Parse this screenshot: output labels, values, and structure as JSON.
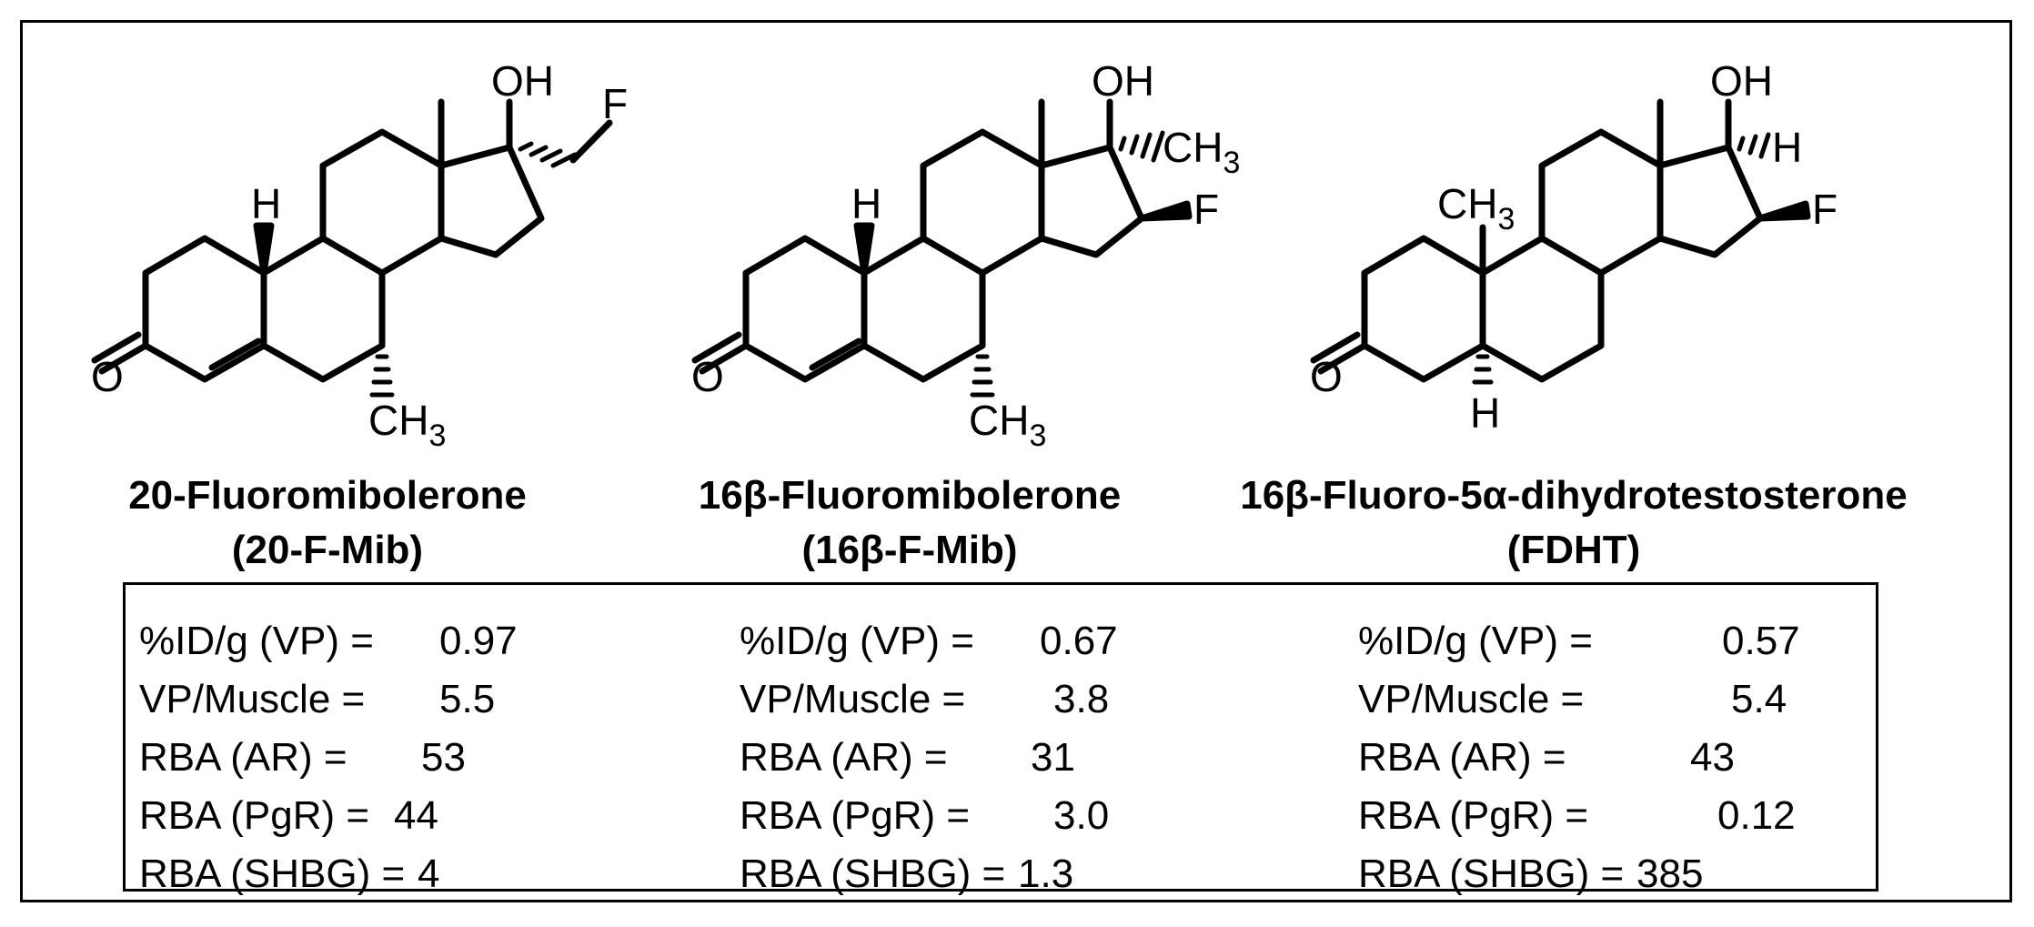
{
  "compounds": [
    {
      "name_line1": "20-Fluoromibolerone",
      "name_line2": "(20-F-Mib)",
      "atoms": {
        "oh": "OH",
        "f": "F",
        "h": "H",
        "o": "O",
        "ch3": "CH3"
      },
      "data": [
        {
          "label": "%ID/g (VP) =",
          "value": "0.97"
        },
        {
          "label": "VP/Muscle =",
          "value": "5.5"
        },
        {
          "label": "RBA (AR) =",
          "value": "53"
        },
        {
          "label": "RBA (PgR) =",
          "value": "44"
        },
        {
          "label": "RBA (SHBG) =",
          "value": "4"
        }
      ]
    },
    {
      "name_line1": "16β-Fluoromibolerone",
      "name_line2": "(16β-F-Mib)",
      "atoms": {
        "oh": "OH",
        "f": "F",
        "h": "H",
        "o": "O",
        "ch3_top": "CH3",
        "ch3": "CH3"
      },
      "data": [
        {
          "label": "%ID/g (VP) =",
          "value": "0.67"
        },
        {
          "label": "VP/Muscle =",
          "value": "3.8"
        },
        {
          "label": "RBA (AR) =",
          "value": "31"
        },
        {
          "label": "RBA (PgR) =",
          "value": "3.0"
        },
        {
          "label": "RBA (SHBG) =",
          "value": "1.3"
        }
      ]
    },
    {
      "name_line1": "16β-Fluoro-5α-dihydrotestosterone",
      "name_line2": "(FDHT)",
      "atoms": {
        "oh": "OH",
        "f": "F",
        "h_top": "H",
        "o": "O",
        "ch3": "CH3",
        "h": "H"
      },
      "data": [
        {
          "label": "%ID/g (VP) =",
          "value": "0.57"
        },
        {
          "label": "VP/Muscle =",
          "value": "5.4"
        },
        {
          "label": "RBA  (AR) =",
          "value": "43"
        },
        {
          "label": "RBA (PgR) =",
          "value": "0.12"
        },
        {
          "label": "RBA (SHBG) =",
          "value": "385"
        }
      ]
    }
  ]
}
